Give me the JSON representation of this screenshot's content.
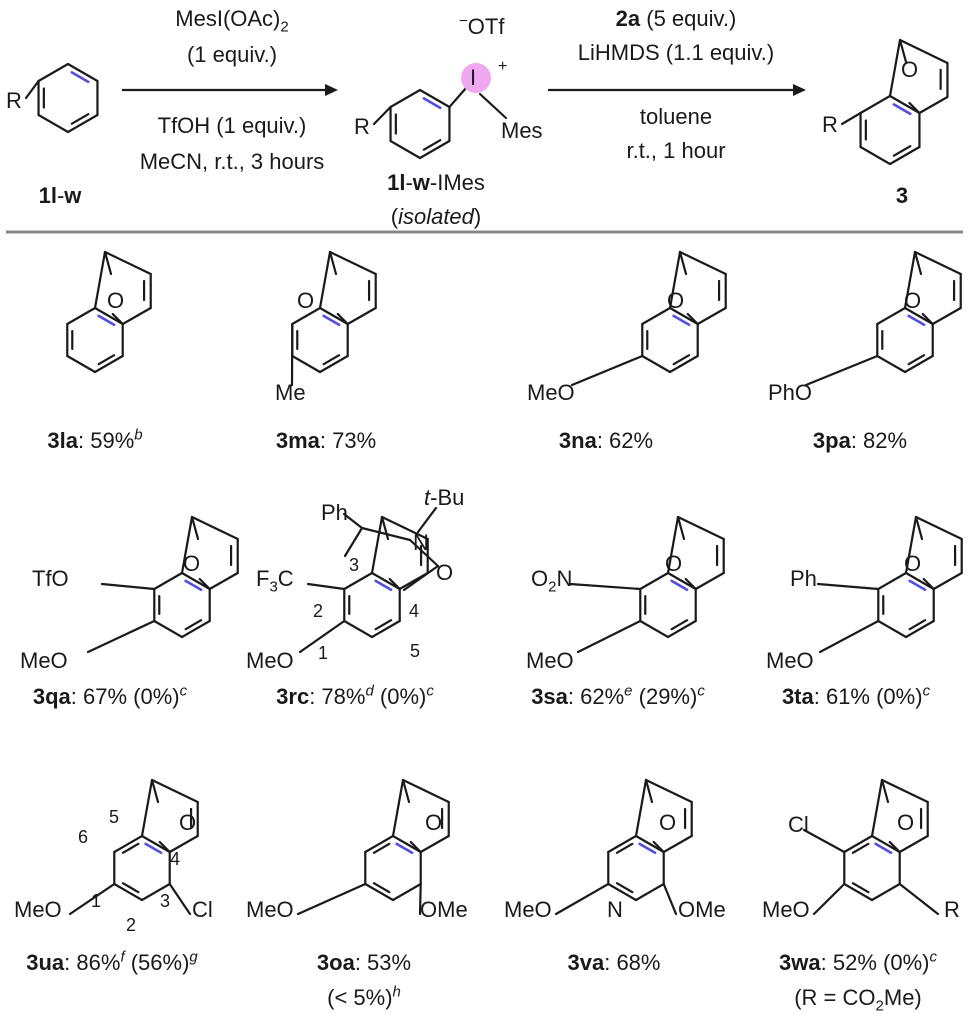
{
  "reaction": {
    "step1": {
      "reagent": "MesI(OAc)",
      "reagent_sub": "2",
      "reagent_equiv": "(1 equiv.)",
      "acid": "TfOH (1 equiv.)",
      "conditions": "MeCN, r.t., 3 hours"
    },
    "step2": {
      "reagent_bold": "2a",
      "reagent_rest": " (5 equiv.)",
      "base": "LiHMDS (1.1 equiv.)",
      "solvent": "toluene",
      "conditions": "r.t., 1 hour"
    },
    "start": {
      "label_bold": "1l",
      "label_sep": "-",
      "label_bold2": "w",
      "substituent": "R"
    },
    "intermediate": {
      "label_bold": "1l",
      "label_sep": "-",
      "label_bold2": "w",
      "label_suffix": "-IMes",
      "note_open": "(",
      "note_italic": "isolated",
      "note_close": ")",
      "substituent": "R",
      "counterion_charge": "−",
      "counterion": "OTf",
      "iodine": "I",
      "iodine_charge": "+",
      "mes": "Mes"
    },
    "product": {
      "label": "3",
      "substituent": "R",
      "bridge_atom": "O"
    }
  },
  "results": [
    {
      "id": "3la",
      "yield": ": 59%",
      "sup": "b",
      "extra": ""
    },
    {
      "id": "3ma",
      "yield": ": 73%",
      "sup": "",
      "extra": ""
    },
    {
      "id": "3na",
      "yield": ": 62%",
      "sup": "",
      "extra": ""
    },
    {
      "id": "3pa",
      "yield": ": 82%",
      "sup": "",
      "extra": ""
    },
    {
      "id": "3qa",
      "yield": ": 67% (0%)",
      "sup": "c",
      "extra": ""
    },
    {
      "id": "3rc",
      "yield": ": 78%",
      "sup": "d",
      "extra": " (0%)",
      "sup2": "c"
    },
    {
      "id": "3sa",
      "yield": ": 62%",
      "sup": "e",
      "extra": " (29%)",
      "sup2": "c"
    },
    {
      "id": "3ta",
      "yield": ": 61% (0%)",
      "sup": "c",
      "extra": ""
    },
    {
      "id": "3ua",
      "yield": ": 86%",
      "sup": "f",
      "extra": " (56%)",
      "sup2": "g"
    },
    {
      "id": "3oa",
      "yield": ": 53%",
      "sup": "",
      "extra": ""
    },
    {
      "id": "3va",
      "yield": ": 68%",
      "sup": "",
      "extra": ""
    },
    {
      "id": "3wa",
      "yield": ": 52% (0%)",
      "sup": "c",
      "extra": ""
    }
  ],
  "footnotes": {
    "oa": {
      "text": "(< 5%)",
      "sup": "h"
    },
    "wa": {
      "open": "(R = CO",
      "sub": "2",
      "close": "Me)"
    }
  },
  "atoms": {
    "O": "O",
    "Me": "Me",
    "MeO": "MeO",
    "PhO": "PhO",
    "TfO": "TfO",
    "Ph": "Ph",
    "F3C_a": "F",
    "F3C_sub": "3",
    "F3C_b": "C",
    "tBu_t": "t",
    "tBu_rest": "-Bu",
    "N": "N",
    "O2N_a": "O",
    "O2N_sub": "2",
    "O2N_b": "N",
    "Cl": "Cl",
    "OMe": "OMe",
    "R": "R"
  },
  "numbering": {
    "rc": [
      "1",
      "2",
      "3",
      "4",
      "5"
    ],
    "ua": [
      "1",
      "2",
      "3",
      "4",
      "5",
      "6"
    ]
  },
  "colors": {
    "aryne_bond": "#5050e0",
    "iodine_highlight": "#f0a8f0",
    "line": "#1a1a1a",
    "divider": "#888888"
  }
}
